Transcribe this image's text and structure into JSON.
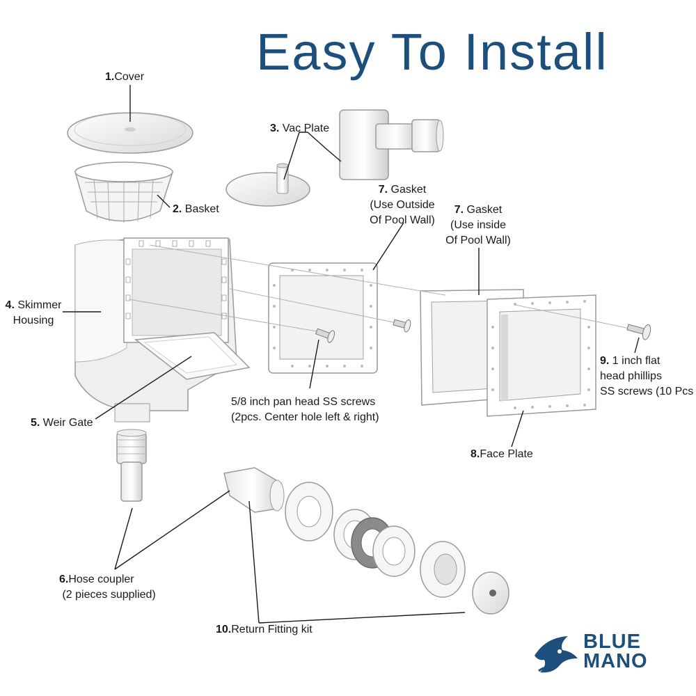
{
  "title": "Easy To Install",
  "colors": {
    "brand": "#1d4f7c",
    "line": "#1a1a1a",
    "part_fill": "#f2f2f2",
    "part_stroke": "#9a9a9a"
  },
  "labels": {
    "cover": {
      "num": "1.",
      "text": "Cover"
    },
    "basket": {
      "num": "2.",
      "text": "Basket"
    },
    "vac_plate": {
      "num": "3.",
      "text": "Vac Plate"
    },
    "skimmer": {
      "num": "4.",
      "line1": "Skimmer",
      "line2": "Housing"
    },
    "weir": {
      "num": "5.",
      "text": "Weir Gate"
    },
    "hose": {
      "num": "6.",
      "text": "Hose coupler",
      "line2": "(2 pieces supplied)"
    },
    "gasket_out": {
      "num": "7.",
      "line1": "Gasket",
      "line2": "(Use Outside",
      "line3": "Of Pool Wall)"
    },
    "gasket_in": {
      "num": "7.",
      "line1": "Gasket",
      "line2": "(Use inside",
      "line3": "Of Pool Wall)"
    },
    "face_plate": {
      "num": "8.",
      "text": "Face Plate"
    },
    "flat_screws": {
      "num": "9.",
      "line1": "1 inch flat",
      "line2": "head phillips",
      "line3": "SS screws (10 Pcs"
    },
    "return_kit": {
      "num": "10.",
      "text": "Return Fitting kit"
    },
    "pan_screws": {
      "line1": "5/8 inch pan head SS screws",
      "line2": "(2pcs. Center hole left & right)"
    }
  },
  "logo": {
    "line1": "BLUE",
    "line2": "MANO",
    "icon": "shark-fish-logo-icon"
  },
  "icons": [
    "cover-icon",
    "basket-icon",
    "vac-plate-icon",
    "elbow-fitting-icon",
    "skimmer-housing-icon",
    "weir-gate-icon",
    "gasket-icon",
    "face-plate-icon",
    "screw-icon",
    "hose-coupler-icon",
    "return-fitting-icon",
    "lock-ring-icon",
    "gasket-ring-icon",
    "eyeball-fitting-icon"
  ]
}
